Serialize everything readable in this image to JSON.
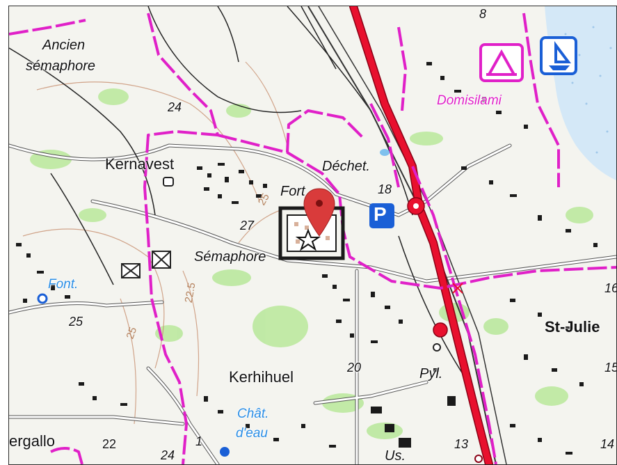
{
  "map": {
    "labels": {
      "ancien": "Ancien",
      "semaphore_top": "sémaphore",
      "kernavest": "Kernavest",
      "fort": "Fort",
      "dechet": "Déchet.",
      "semaphore": "Sémaphore",
      "domisilami": "Domisilami",
      "font": "Font.",
      "kerhihuel": "Kerhihuel",
      "chat": "Chât.",
      "deau": "d'eau",
      "stjulien": "St-Julie",
      "pyl": "Pyl.",
      "ergallo": "ergallo",
      "us": "Us."
    },
    "numbers": {
      "n8": "8",
      "n24a": "24",
      "n27": "27",
      "n18": "18",
      "n25": "25",
      "n20": "20",
      "n22": "22",
      "n24b": "24",
      "n13": "13",
      "n1": "1",
      "n16": "16",
      "n15": "15",
      "n14": "14"
    },
    "contours": {
      "c25a": "25",
      "c225": "22.5",
      "c25b": "25"
    },
    "icons": [
      "location-pin-icon",
      "parking-icon",
      "camping-icon",
      "sailing-icon",
      "star-icon",
      "mailbox-icon",
      "water-tower-icon",
      "spring-icon"
    ],
    "colors": {
      "boundary": "#e020c8",
      "rail": "#e8102e",
      "water": "#d4e8f7",
      "vegetation": "#b8e89a",
      "contour": "#c89070",
      "pin": "#d93b3b"
    },
    "parking_label": "P"
  }
}
